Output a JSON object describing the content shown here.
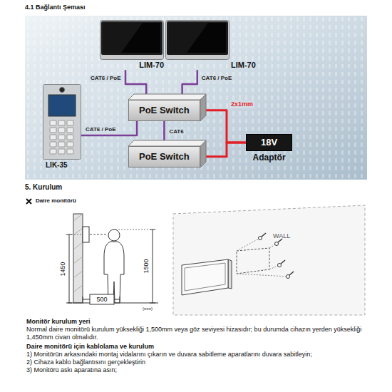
{
  "diagram": {
    "title": "4.1 Bağlantı Şeması",
    "nodes": [
      {
        "text": [
          "LIM-70"
        ]
      },
      {
        "text": [
          "LIM-70"
        ]
      },
      {
        "text": [
          "LIK-35"
        ]
      },
      {
        "text": [
          "PoE Switch"
        ]
      },
      {
        "text": [
          "PoE Switch"
        ]
      },
      {
        "text": [
          "18V",
          "Adaptör"
        ]
      }
    ],
    "edges": [
      {
        "from": 0,
        "to": 3,
        "label": "CAT6 / PoE",
        "arrow": "none"
      },
      {
        "from": 1,
        "to": 3,
        "label": "CAT6 / PoE",
        "arrow": "none"
      },
      {
        "from": 2,
        "to": 3,
        "label": "CAT6 / PoE",
        "arrow": "none"
      },
      {
        "from": 3,
        "to": 4,
        "label": "CAT6",
        "arrow": "none"
      },
      {
        "from": 5,
        "to": 3,
        "label": "2x1mm",
        "arrow": "none"
      },
      {
        "from": 5,
        "to": 4,
        "arrow": "none"
      }
    ],
    "labels": [
      "5. Kurulum",
      "Daire monitörü",
      "1450",
      "1500",
      "500",
      "(mm)",
      "WALL",
      "Monitör kurulum yeri",
      "Normal daire monitörü kurulum yüksekliği 1,500mm veya göz seviyesi hizasıdır; bu durumda cihazın yerden yüksekliği 1,450mm civarı olmalıdır.",
      "Daire monitörü için kablolama ve kurulum",
      "1) Monitörün arkasındaki montaj vidalarını çıkarın ve duvara sabitleme aparatlarını duvara sabitleyin;",
      "2) Cihaza kablo bağlantısını gerçekleştirin",
      "3) Monitörü askı aparatına asın;"
    ]
  }
}
